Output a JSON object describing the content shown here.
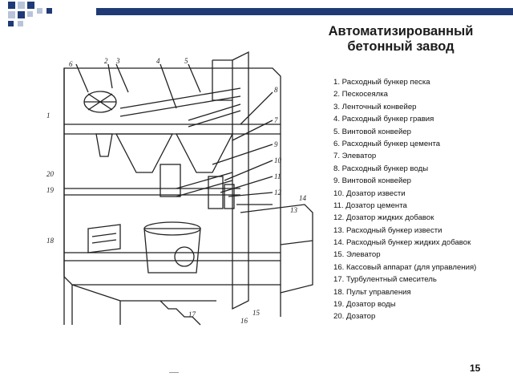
{
  "slide": {
    "title_line1": "Автоматизированный",
    "title_line2": "бетонный завод",
    "page_number": "15",
    "legend": [
      "1. Расходный бункер песка",
      "2. Пескосеялка",
      "3. Ленточный конвейер",
      "4. Расходный бункер гравия",
      "5. Винтовой конвейер",
      "6. Расходный бункер цемента",
      "7. Элеватор",
      "8. Расходный бункер воды",
      "9. Винтовой конвейер",
      "10. Дозатор извести",
      "11. Дозатор цемента",
      "12. Дозатор жидких добавок",
      "13. Расходный бункер извести",
      "14. Расходный бункер жидких добавок",
      "15. Элеватор",
      "16. Кассовый аппарат (для управления)",
      "17. Турбулентный смеситель",
      "18. Пульт управления",
      "19. Дозатор воды",
      "20. Дозатор"
    ],
    "callouts": [
      "1",
      "2",
      "3",
      "4",
      "5",
      "6",
      "7",
      "8",
      "9",
      "10",
      "11",
      "12",
      "13",
      "14",
      "15",
      "16",
      "17",
      "18",
      "19",
      "20"
    ],
    "colors": {
      "accent": "#1f3a75",
      "square_light": "#b9c4da"
    }
  }
}
